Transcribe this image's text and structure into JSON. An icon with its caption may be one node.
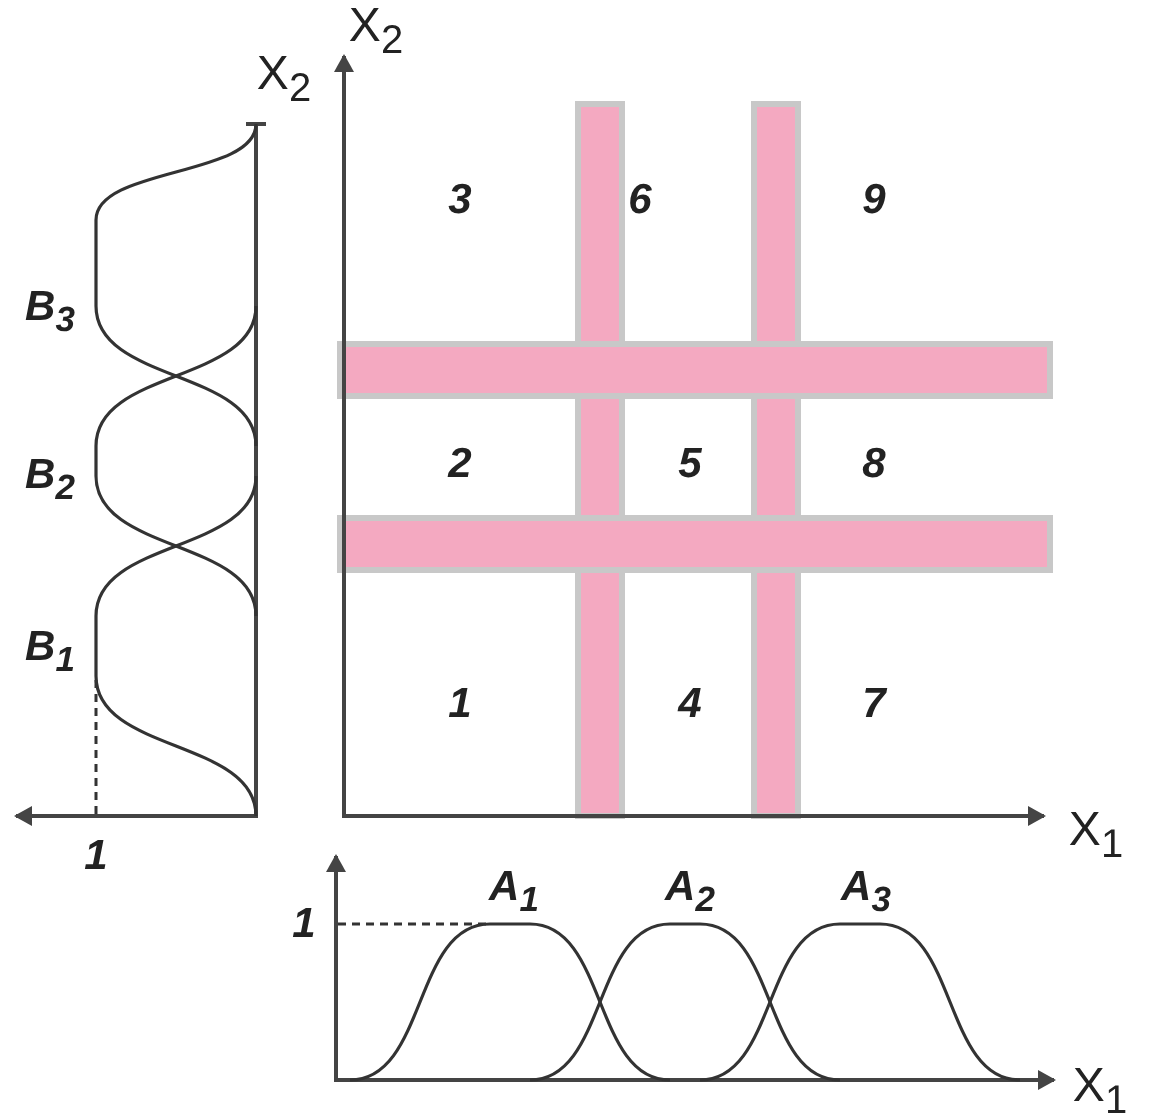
{
  "diagram": {
    "labels": [
      "X$_{2}$",
      "X$_{2}$",
      "3",
      "6",
      "9",
      "B$_{3}$",
      "B$_{2}$",
      "2",
      "5",
      "8",
      "B$_{1}$",
      "1",
      "4",
      "7",
      "X$_{1}$",
      "1",
      "A$_{1}$",
      "A$_{2}$",
      "A$_{3}$",
      "1",
      "X$_{1}$"
    ]
  }
}
